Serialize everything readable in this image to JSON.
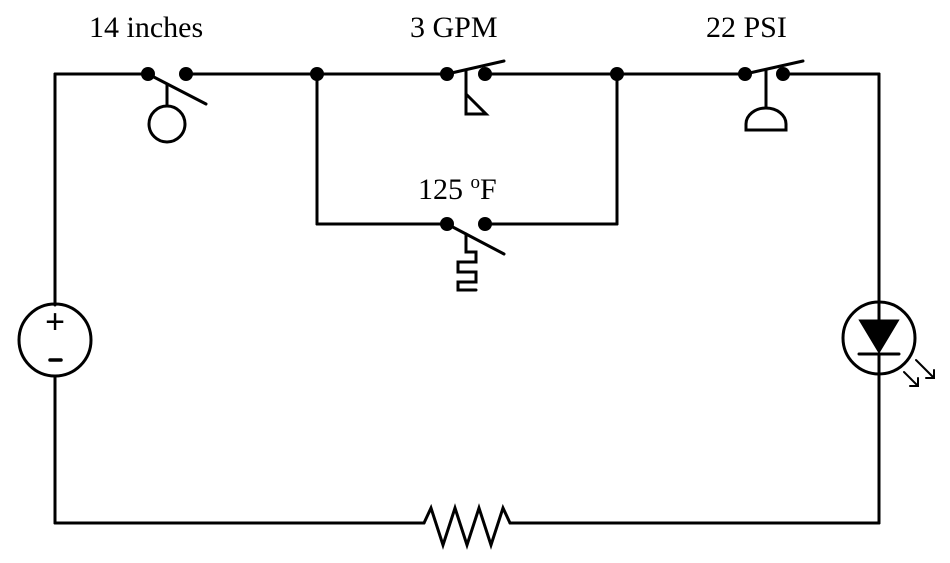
{
  "labels": {
    "level_switch": "14 inches",
    "flow_switch": "3 GPM",
    "pressure_switch": "22 PSI",
    "temp_value": "125 ",
    "temp_deg": "o",
    "temp_unit": "F"
  },
  "source": {
    "plus": "+",
    "minus": "-"
  }
}
